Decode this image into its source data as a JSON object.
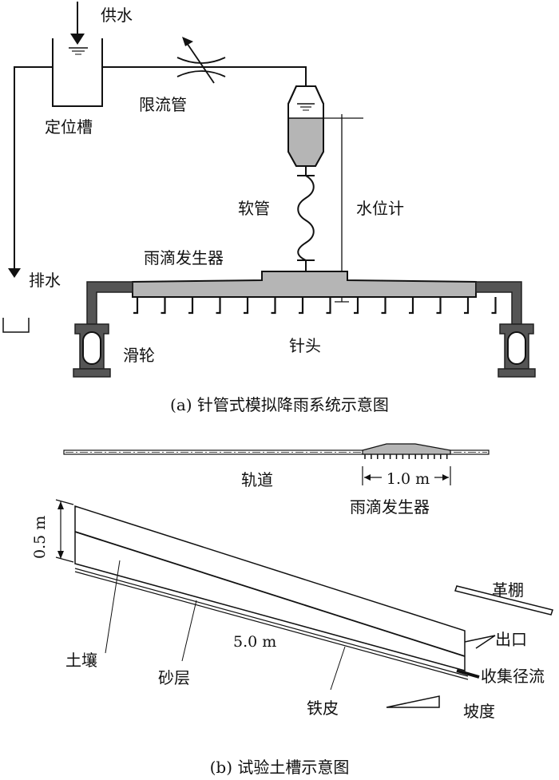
{
  "panel_a": {
    "caption": "(a) 针管式模拟降雨系统示意图",
    "labels": {
      "supply": "供水",
      "tank": "定位槽",
      "restrictor": "限流管",
      "hose": "软管",
      "gauge": "水位计",
      "generator": "雨滴发生器",
      "drain": "排水",
      "pulley": "滑轮",
      "needle": "针头"
    }
  },
  "panel_b": {
    "caption": "(b) 试验土槽示意图",
    "labels": {
      "track": "轨道",
      "gen_width": "1.0 m",
      "generator": "雨滴发生器",
      "depth": "0.5 m",
      "roof": "革棚",
      "outlet": "出口",
      "length": "5.0 m",
      "soil": "土壤",
      "sand": "砂层",
      "runoff": "收集径流",
      "sheet": "铁皮",
      "slope": "坡度"
    }
  },
  "colors": {
    "fill_gray": "#b5b5b5",
    "frame_dark": "#444444",
    "line": "#111111"
  }
}
